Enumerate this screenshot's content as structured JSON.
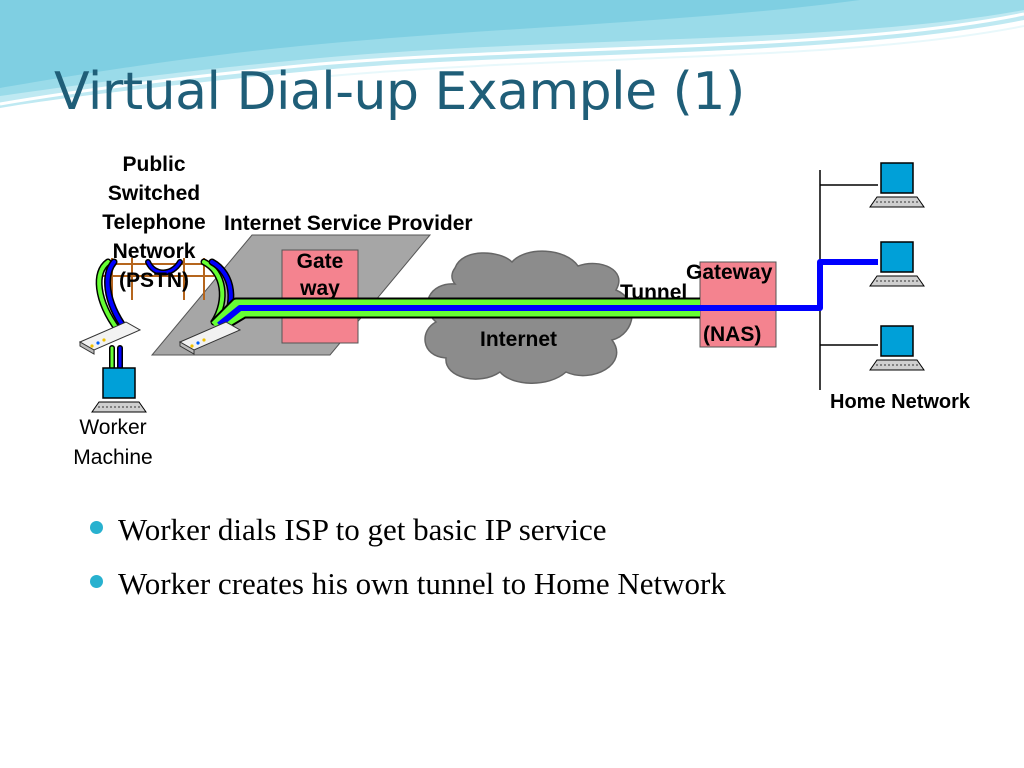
{
  "slide": {
    "title": "Virtual Dial-up Example (1)",
    "bullets": [
      "Worker dials ISP to get basic IP service",
      "Worker creates his own tunnel to Home Network"
    ]
  },
  "diagram": {
    "pstn_label_lines": [
      "Public",
      "Switched",
      "Telephone",
      "Network",
      "(PSTN)"
    ],
    "isp_label": "Internet Service Provider",
    "isp_gateway_lines": [
      "Gate",
      "way"
    ],
    "internet_label": "Internet",
    "tunnel_label": "Tunnel",
    "nas_gateway_label": "Gateway",
    "nas_label": "(NAS)",
    "home_network_label": "Home Network",
    "worker_machine_lines": [
      "Worker",
      "Machine"
    ]
  },
  "colors": {
    "title": "#1f5e78",
    "bullet_dot": "#28b1cf",
    "gateway_box": "#f4838f",
    "tunnel_blue": "#0000ff",
    "tunnel_green": "#66ff33",
    "cloud": "#8c8c8c",
    "isp_plane": "#a6a6a6",
    "monitor": "#00a0d8"
  }
}
